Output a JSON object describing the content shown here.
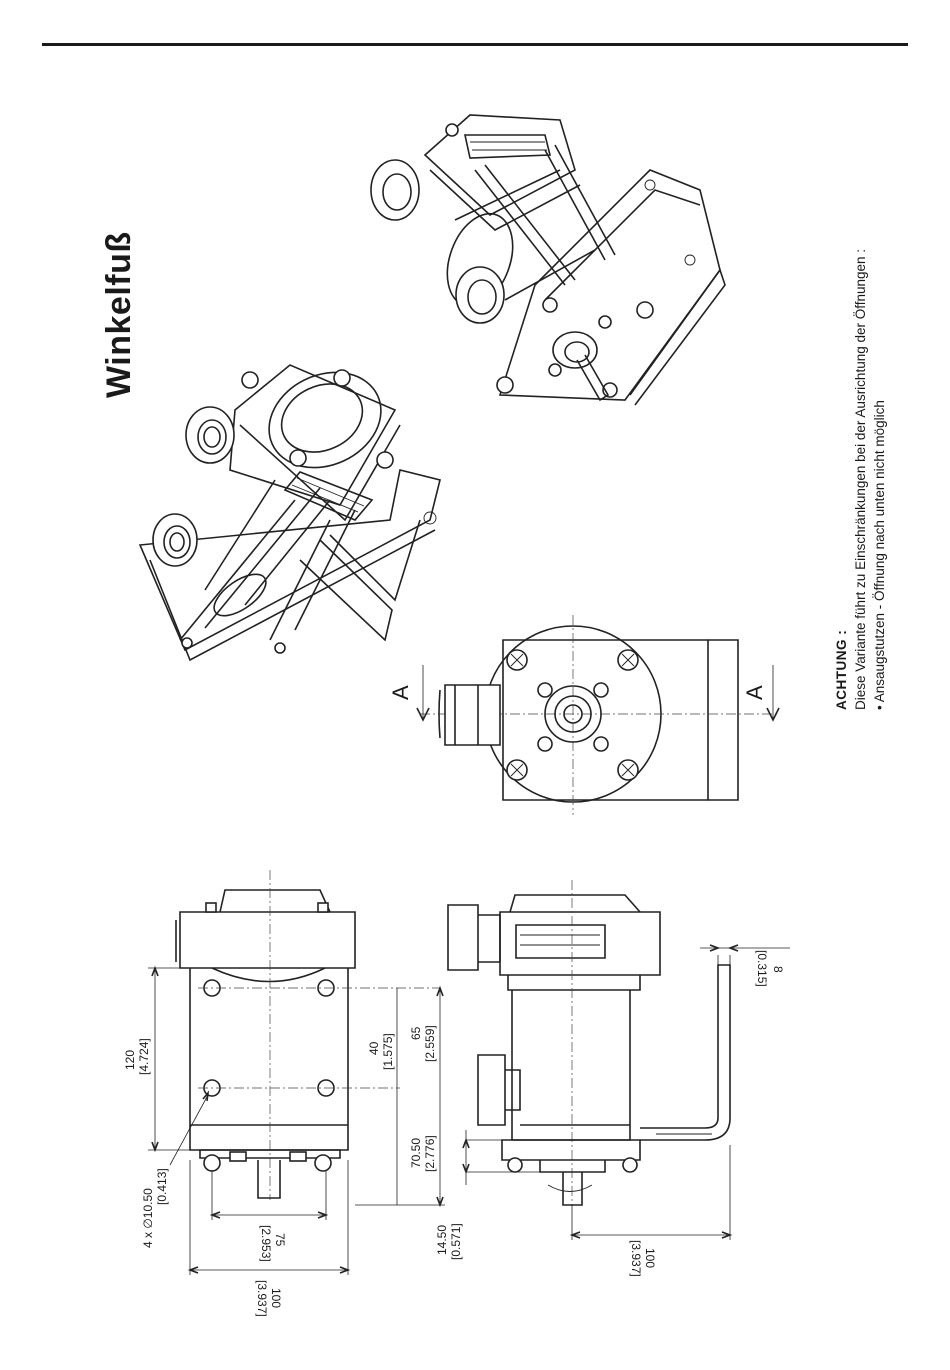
{
  "title": "Winkelfuß",
  "note": {
    "heading": "ACHTUNG :",
    "line1": "Diese Variante führt zu Einschränkungen bei der Ausrichtung der Öffnungen :",
    "line2": "• Ansaugstutzen - Öffnung nach unten nicht möglich"
  },
  "section_marker": "A",
  "dimensions": {
    "d120": "120",
    "d120_in": "[4.724]",
    "d40": "40",
    "d40_in": "[1.575]",
    "d65": "65",
    "d65_in": "[2.559]",
    "d70_50": "70.50",
    "d70_50_in": "[2.776]",
    "hole_dia": "4 x ∅10.50",
    "hole_dia_in": "[0.413]",
    "d75": "75",
    "d75_in": "[2.953]",
    "d100_left": "100",
    "d100_left_in": "[3.937]",
    "d14_50": "14.50",
    "d14_50_in": "[0.571]",
    "d100_right": "100",
    "d100_right_in": "[3.937]",
    "d8": "8",
    "d8_in": "[0.315]"
  }
}
